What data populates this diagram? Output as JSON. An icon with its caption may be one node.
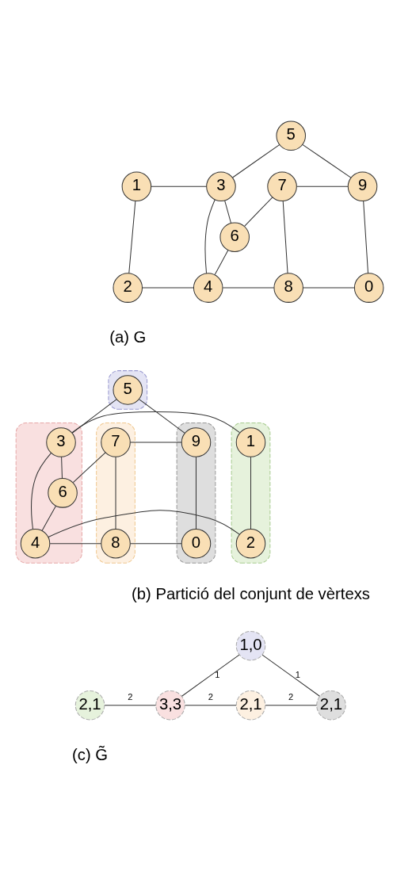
{
  "diagram": {
    "nodes": [
      {
        "text": [
          "5"
        ]
      },
      {
        "text": [
          "1"
        ]
      },
      {
        "text": [
          "3"
        ]
      },
      {
        "text": [
          "7"
        ]
      },
      {
        "text": [
          "9"
        ]
      },
      {
        "text": [
          "6"
        ]
      },
      {
        "text": [
          "2"
        ]
      },
      {
        "text": [
          "4"
        ]
      },
      {
        "text": [
          "8"
        ]
      },
      {
        "text": [
          "0"
        ]
      },
      {
        "text": [],
        "shape": "box"
      },
      {
        "text": [
          "5"
        ],
        "in": 10
      },
      {
        "text": [],
        "shape": "box"
      },
      {
        "text": [
          "1"
        ],
        "in": 12
      },
      {
        "text": [
          "2"
        ],
        "in": 12
      },
      {
        "text": [],
        "shape": "box"
      },
      {
        "text": [
          "3"
        ],
        "in": 15
      },
      {
        "text": [
          "6"
        ],
        "in": 15
      },
      {
        "text": [
          "4"
        ],
        "in": 15
      },
      {
        "text": [],
        "shape": "box"
      },
      {
        "text": [
          "7"
        ],
        "in": 19
      },
      {
        "text": [
          "8"
        ],
        "in": 19
      },
      {
        "text": [],
        "shape": "box"
      },
      {
        "text": [
          "9"
        ],
        "in": 22
      },
      {
        "text": [
          "0"
        ],
        "in": 22
      },
      {
        "text": [
          "1,0"
        ]
      },
      {
        "text": [
          "2,1"
        ]
      },
      {
        "text": [
          "3,3"
        ]
      },
      {
        "text": [
          "2,1"
        ]
      },
      {
        "text": [
          "2,1"
        ]
      }
    ],
    "edges": [
      {
        "from": 0,
        "to": 2,
        "arrow": "none"
      },
      {
        "from": 0,
        "to": 4,
        "arrow": "none"
      },
      {
        "from": 1,
        "to": 2,
        "arrow": "none"
      },
      {
        "from": 3,
        "to": 4,
        "arrow": "none"
      },
      {
        "from": 1,
        "to": 6,
        "arrow": "none"
      },
      {
        "from": 2,
        "to": 5,
        "arrow": "none"
      },
      {
        "from": 2,
        "to": 7,
        "arrow": "none"
      },
      {
        "from": 3,
        "to": 5,
        "arrow": "none"
      },
      {
        "from": 3,
        "to": 8,
        "arrow": "none"
      },
      {
        "from": 4,
        "to": 9,
        "arrow": "none"
      },
      {
        "from": 5,
        "to": 7,
        "arrow": "none"
      },
      {
        "from": 6,
        "to": 7,
        "arrow": "none"
      },
      {
        "from": 7,
        "to": 8,
        "arrow": "none"
      },
      {
        "from": 8,
        "to": 9,
        "arrow": "none"
      },
      {
        "from": 11,
        "to": 16,
        "arrow": "none"
      },
      {
        "from": 11,
        "to": 23,
        "arrow": "none"
      },
      {
        "from": 13,
        "to": 16,
        "arrow": "none"
      },
      {
        "from": 20,
        "to": 23,
        "arrow": "none"
      },
      {
        "from": 13,
        "to": 14,
        "arrow": "none"
      },
      {
        "from": 16,
        "to": 17,
        "arrow": "none"
      },
      {
        "from": 16,
        "to": 18,
        "arrow": "none"
      },
      {
        "from": 20,
        "to": 17,
        "arrow": "none"
      },
      {
        "from": 20,
        "to": 21,
        "arrow": "none"
      },
      {
        "from": 23,
        "to": 24,
        "arrow": "none"
      },
      {
        "from": 17,
        "to": 18,
        "arrow": "none"
      },
      {
        "from": 14,
        "to": 18,
        "arrow": "none"
      },
      {
        "from": 18,
        "to": 21,
        "arrow": "none"
      },
      {
        "from": 21,
        "to": 24,
        "arrow": "none"
      },
      {
        "from": 27,
        "to": 25,
        "arrow": "none",
        "label": "1"
      },
      {
        "from": 25,
        "to": 29,
        "arrow": "none",
        "label": "1"
      },
      {
        "from": 26,
        "to": 27,
        "arrow": "none",
        "label": "2"
      },
      {
        "from": 27,
        "to": 28,
        "arrow": "none",
        "label": "2"
      },
      {
        "from": 28,
        "to": 29,
        "arrow": "none",
        "label": "2"
      }
    ],
    "labels": [
      "(a) G",
      "(b) Partició del conjunt de vèrtexs",
      "(c) G̃"
    ]
  }
}
